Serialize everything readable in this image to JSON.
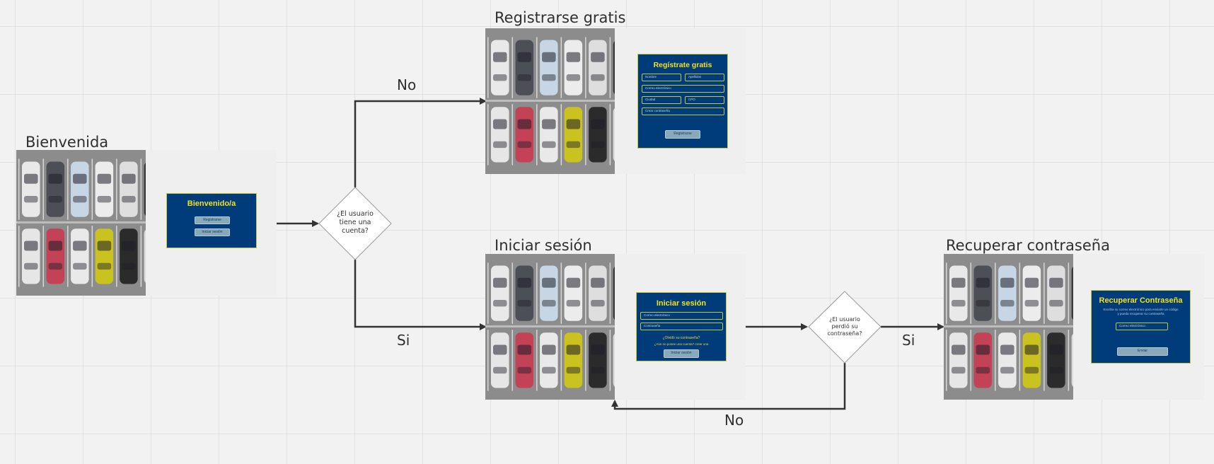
{
  "frames": {
    "welcome": {
      "title": "Bienvenida",
      "panel_title": "Bienvenido/a",
      "buttons": [
        "Registrarse",
        "Iniciar sesión"
      ]
    },
    "register": {
      "title": "Registrarse gratis",
      "panel_title": "Regístrate gratis",
      "fields": [
        "Nombre",
        "Apellidos",
        "Correo electrónico",
        "Ciudad",
        "CPO",
        "Crear contraseña"
      ],
      "button": "Registrarse"
    },
    "login": {
      "title": "Iniciar sesión",
      "panel_title": "Iniciar sesión",
      "fields": [
        "Correo electrónico",
        "Contraseña"
      ],
      "forgot_link": "¿Olvidó su contraseña?",
      "signup_link": "¿Aún no posee una cuenta? crear una",
      "button": "Iniciar sesión"
    },
    "recover": {
      "title": "Recuperar contraseña",
      "panel_title": "Recuperar Contraseña",
      "description": "Escriba su correo electrónico para enviarle un código y pueda recuperar su contraseña",
      "fields": [
        "Correo electrónico"
      ],
      "button": "Enviar"
    }
  },
  "decisions": {
    "has_account": "¿El usuario tiene una cuenta?",
    "lost_password": "¿El usuario perdió su contraseña?"
  },
  "edges": {
    "to_register": "No",
    "to_login": "Si",
    "to_recover": "Si",
    "back_to_login": "No"
  },
  "colors": {
    "canvas": "#f2f2f2",
    "grid": "#e1e1e1",
    "panel": "#003b7a",
    "panel_accent": "#f2e21d",
    "button": "#88a9b9",
    "connector": "#333333"
  }
}
